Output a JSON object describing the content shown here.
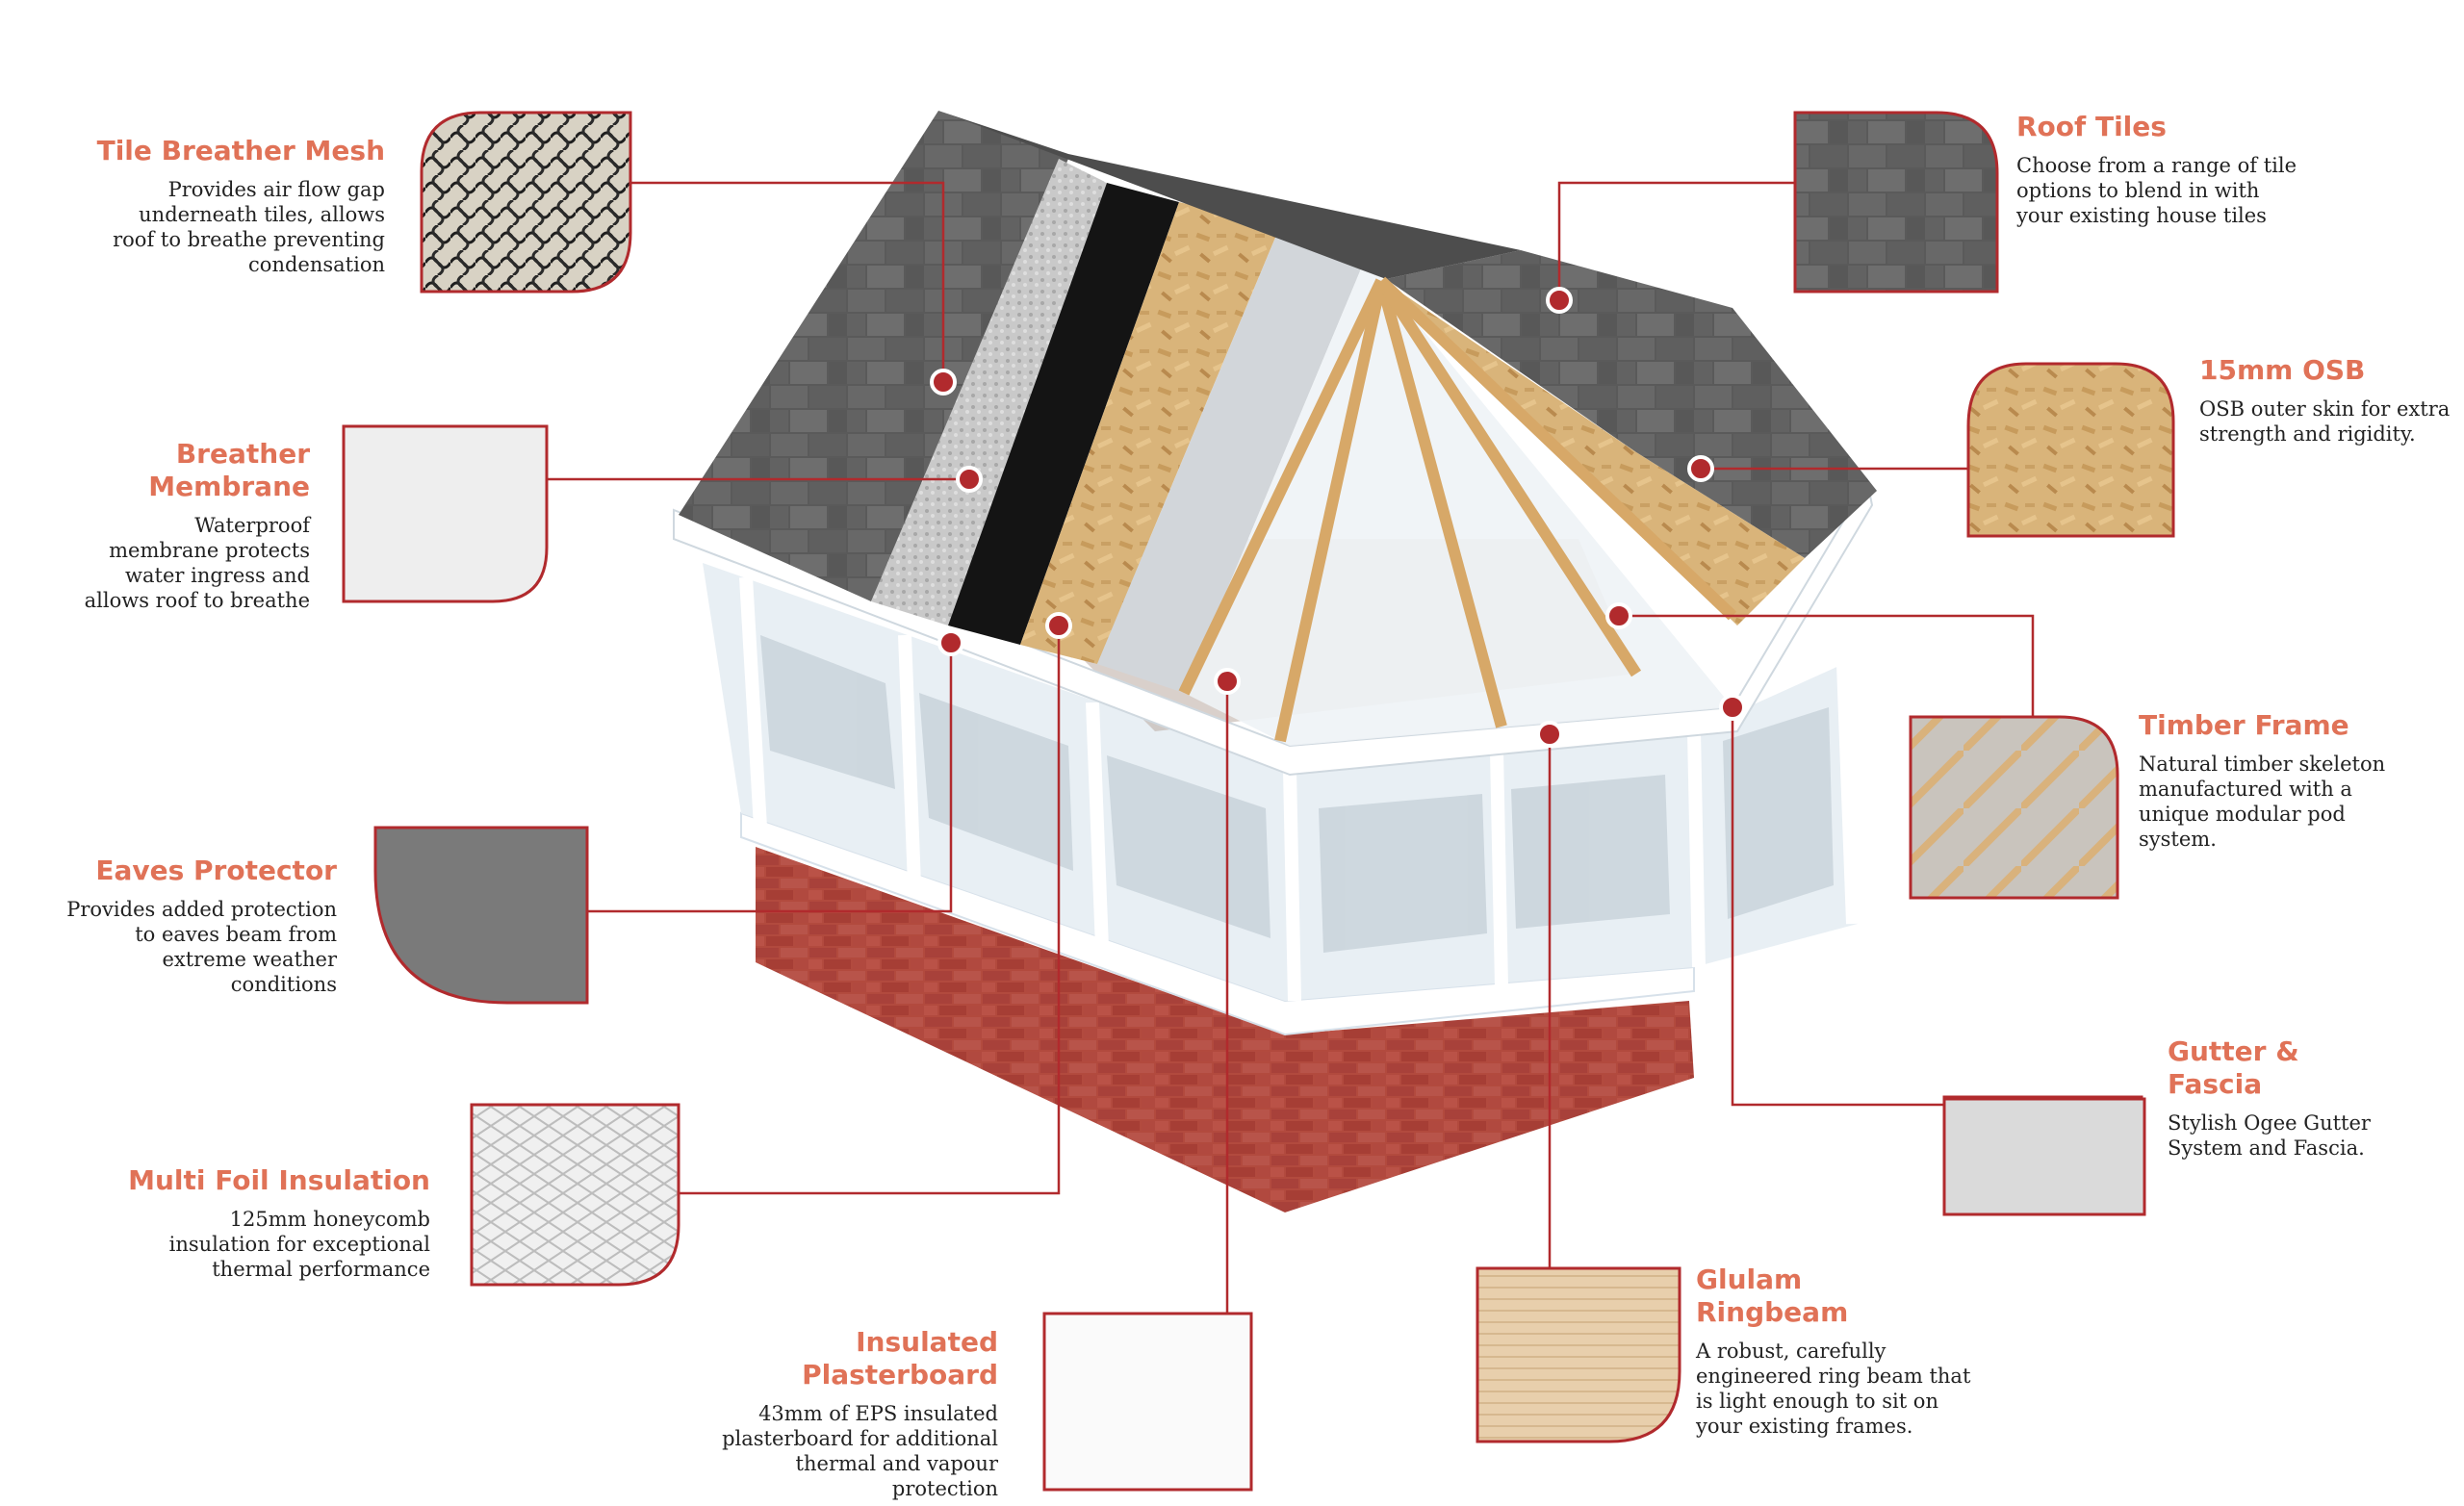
{
  "colors": {
    "accent": "#e07257",
    "leader": "#b12a2d",
    "text": "#222222"
  },
  "callouts": {
    "tile_breather_mesh": {
      "title": "Tile Breather Mesh",
      "desc": [
        "Provides air flow gap",
        "underneath tiles, allows",
        "roof to breathe preventing",
        "condensation"
      ]
    },
    "breather_membrane": {
      "title": [
        "Breather",
        "Membrane"
      ],
      "desc": [
        "Waterproof",
        "membrane protects",
        "water ingress and",
        "allows roof to breathe"
      ]
    },
    "eaves_protector": {
      "title": "Eaves Protector",
      "desc": [
        "Provides added protection",
        "to eaves beam from",
        "extreme weather",
        "conditions"
      ]
    },
    "multi_foil": {
      "title": "Multi Foil Insulation",
      "desc": [
        "125mm honeycomb",
        "insulation for exceptional",
        "thermal performance"
      ]
    },
    "insulated_plasterboard": {
      "title": [
        "Insulated",
        "Plasterboard"
      ],
      "desc": [
        "43mm of EPS insulated",
        "plasterboard for additional",
        "thermal and vapour",
        "protection"
      ]
    },
    "glulam": {
      "title": [
        "Glulam",
        "Ringbeam"
      ],
      "desc": [
        "A robust, carefully",
        "engineered ring beam that",
        "is light enough to sit on",
        "your existing frames."
      ]
    },
    "gutter_fascia": {
      "title": [
        "Gutter &",
        "Fascia"
      ],
      "desc": [
        "Stylish Ogee Gutter",
        "System and Fascia."
      ]
    },
    "timber_frame": {
      "title": "Timber Frame",
      "desc": [
        "Natural timber skeleton",
        "manufactured with a",
        "unique modular pod",
        "system."
      ]
    },
    "osb": {
      "title": "15mm OSB",
      "desc": [
        "OSB outer skin for extra",
        "strength and rigidity."
      ]
    },
    "roof_tiles": {
      "title": "Roof Tiles",
      "desc": [
        "Choose from a range of tile",
        "options to blend in with",
        "your existing house tiles"
      ]
    }
  }
}
